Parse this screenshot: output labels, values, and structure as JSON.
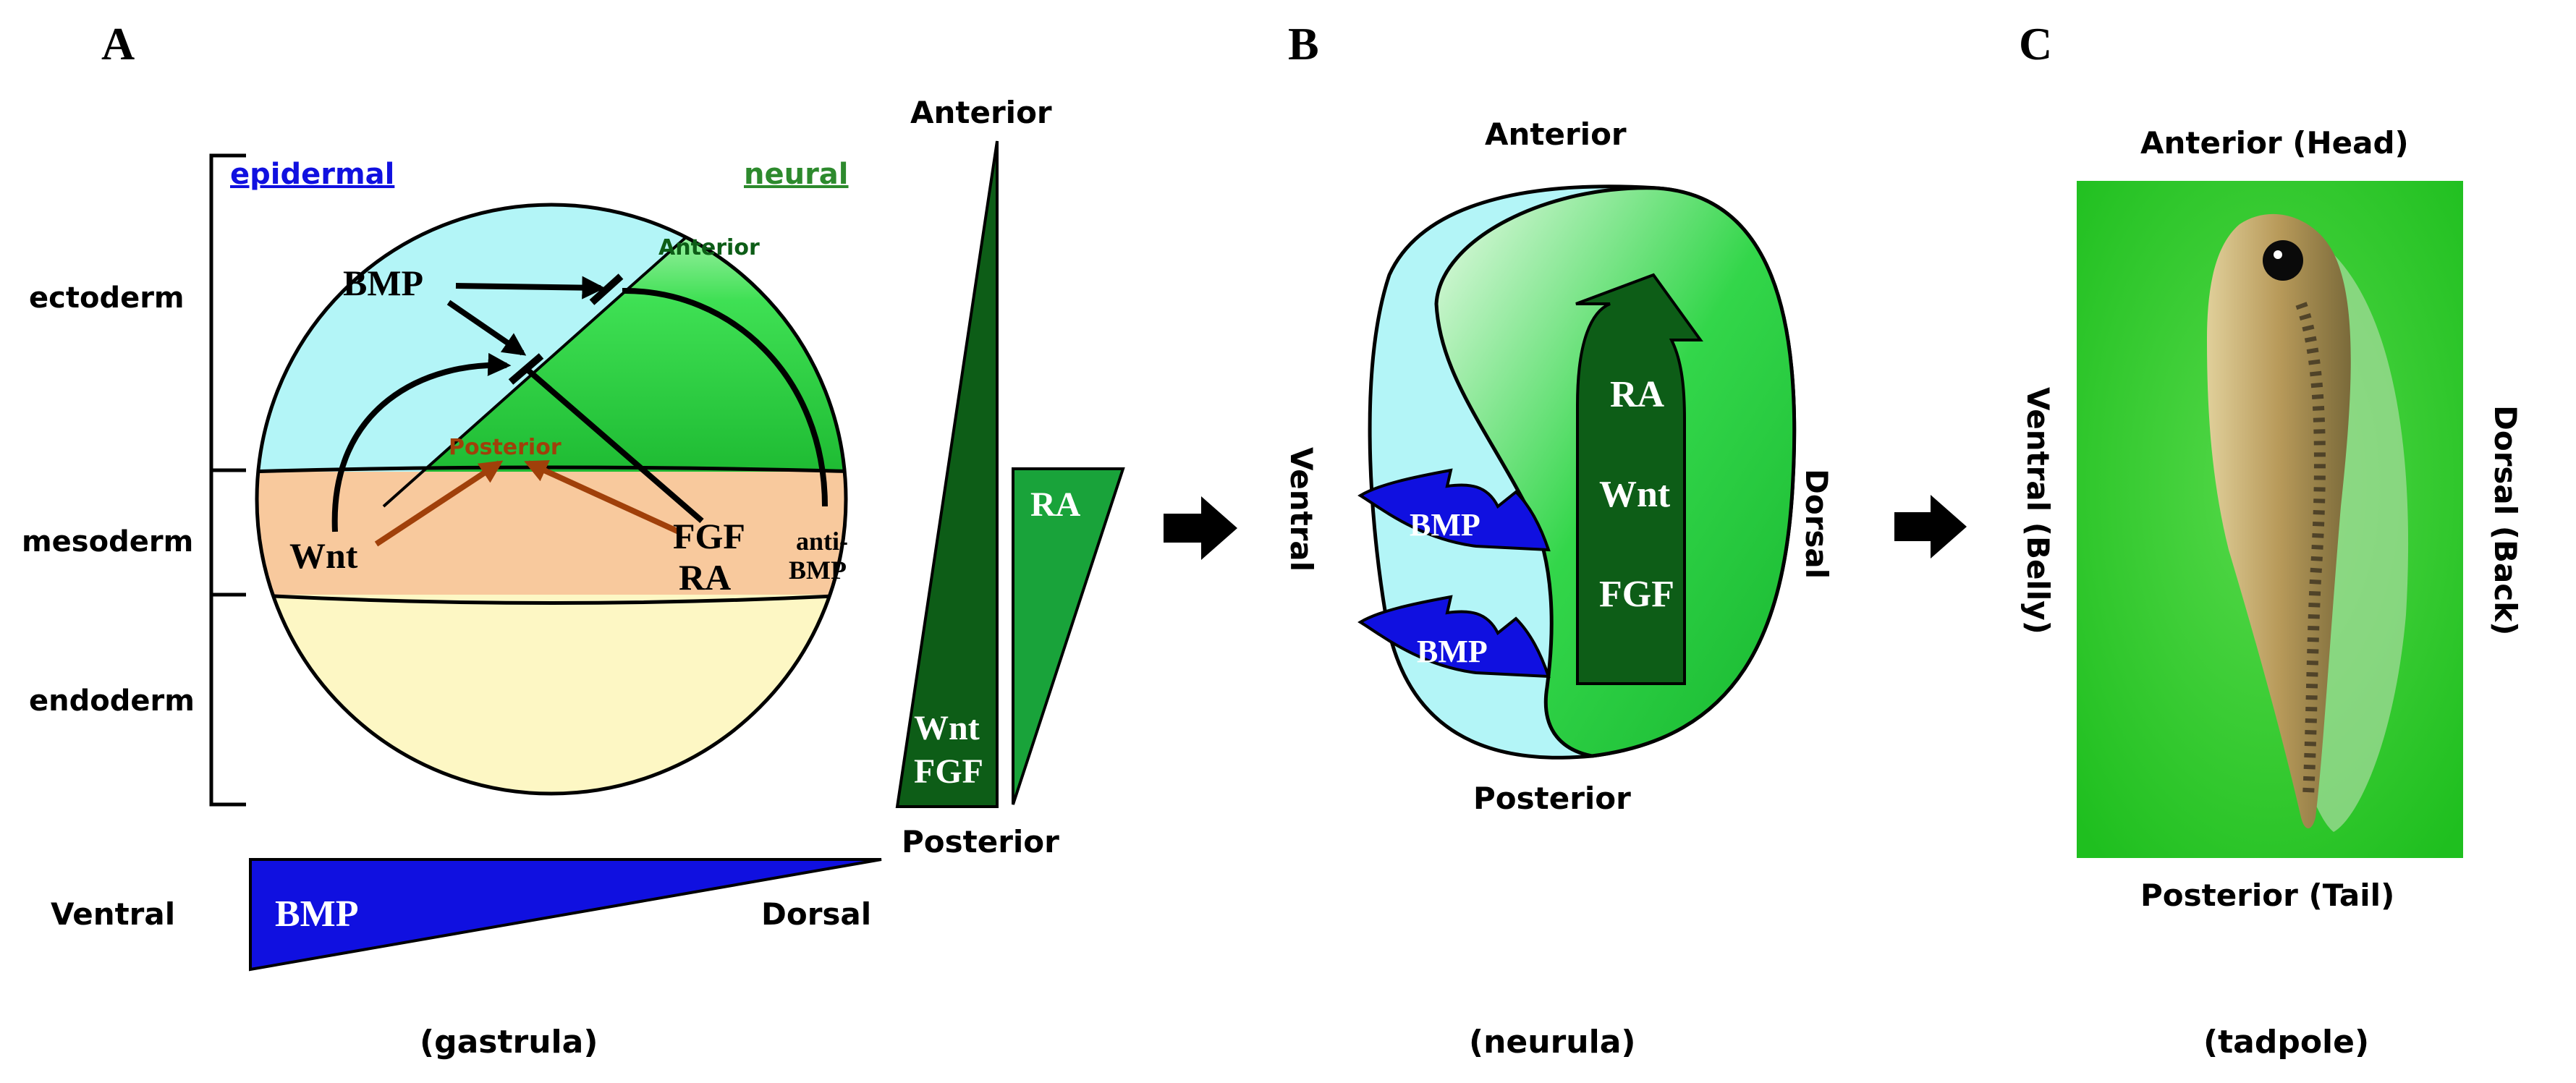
{
  "panelA": {
    "letter": "A",
    "epidermal": "epidermal",
    "neural": "neural",
    "ectoderm": "ectoderm",
    "mesoderm": "mesoderm",
    "endoderm": "endoderm",
    "anterior_inner": "Anterior",
    "posterior_inner": "Posterior",
    "bmp": "BMP",
    "wnt": "Wnt",
    "fgf": "FGF",
    "ra": "RA",
    "anti1": "anti-",
    "anti2": "BMP",
    "axis_anterior": "Anterior",
    "axis_posterior": "Posterior",
    "grad_wnt": "Wnt",
    "grad_fgf": "FGF",
    "grad_ra": "RA",
    "grad_bmp": "BMP",
    "ventral": "Ventral",
    "dorsal": "Dorsal",
    "caption": "(gastrula)"
  },
  "panelB": {
    "letter": "B",
    "anterior": "Anterior",
    "posterior": "Posterior",
    "ventral": "Ventral",
    "dorsal": "Dorsal",
    "ra": "RA",
    "wnt": "Wnt",
    "fgf": "FGF",
    "bmp1": "BMP",
    "bmp2": "BMP",
    "caption": "(neurula)"
  },
  "panelC": {
    "letter": "C",
    "anterior": "Anterior (Head)",
    "posterior": "Posterior (Tail)",
    "ventral": "Ventral (Belly)",
    "dorsal": "Dorsal (Back)",
    "caption": "(tadpole)"
  },
  "colors": {
    "epidermal_blue": "#b3f5f7",
    "neural_green": "#1fcc3a",
    "mesoderm_orange": "#f8c99d",
    "endoderm_yellow": "#fdf7c4",
    "dark_green": "#0d5d17",
    "bmp_blue": "#1010e0",
    "arrow_brown": "#a0400a",
    "photo_green": "#1ec81e"
  }
}
